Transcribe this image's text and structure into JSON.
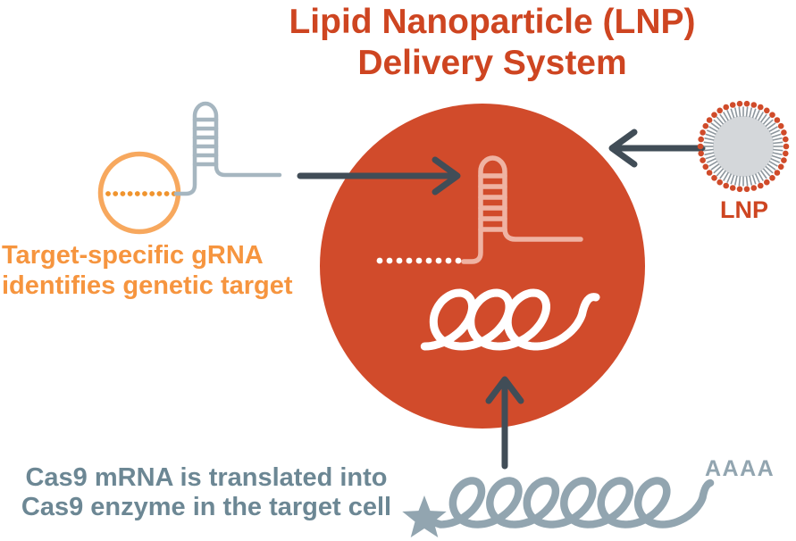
{
  "title": {
    "line1": "Lipid Nanoparticle (LNP)",
    "line2": "Delivery System"
  },
  "grna_label": {
    "line1": "Target-specific gRNA",
    "line2": "identifies genetic target"
  },
  "cas9_label": {
    "line1": "Cas9 mRNA is translated into",
    "line2": "Cas9 enzyme in the target cell"
  },
  "lnp_label": "LNP",
  "polya_label": "AAAA",
  "icons": {
    "genetic-target-icon": "orange circle crossed by dotted DNA target line",
    "grna-hairpin-icon": "gray-blue gRNA hairpin ladder with tail",
    "grna-arrow-icon": "dark arrow pointing right into the nanoparticle",
    "lnp-particle-circle": "large red-orange filled circle (LNP carrier)",
    "grna-hairpin-in-lnp-icon": "pink gRNA hairpin ladder inside the particle",
    "lnp-cargo-dots": "white dotted guide sequence inside the particle",
    "cas9-mrna-in-lnp-icon": "white coiled mRNA strand inside the particle",
    "lnp-vesicle-icon": "lipid vesicle ring of gray tails and red lipid-head dots",
    "lnp-arrow-icon": "dark arrow pointing left from LNP into the particle",
    "mrna-arrow-icon": "dark arrow pointing up from mRNA strand into the particle",
    "cas9-mrna-strand-icon": "long gray-blue coiled mRNA strand with poly-A tail",
    "cas9-enzyme-star-icon": "gray-blue five-pointed star (Cas9 enzyme)"
  },
  "palette": {
    "title-red": "#CE4521",
    "circle-red": "#D14B2B",
    "pink": "#EFB3A3",
    "hairpin-gray": "#A6B6C0",
    "arrow-dark": "#414D57",
    "ring-orange": "#F7A85E",
    "dot-orange": "#F0942E",
    "text-orange": "#F6953F",
    "text-slate": "#6C8794",
    "strand-slate": "#92A5B0",
    "lnp-fill": "#D4D7DA",
    "lnp-spoke": "#8D969D",
    "lnp-dot": "#D04B2A"
  }
}
